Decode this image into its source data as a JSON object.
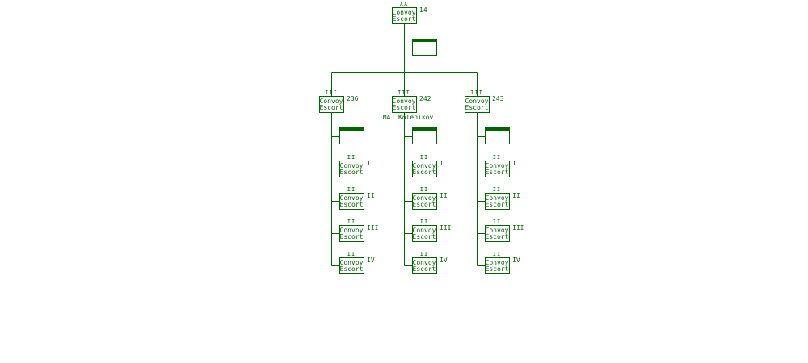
{
  "colors": {
    "line": "#006400",
    "hq_bar": "#006400",
    "background": "#ffffff"
  },
  "diagram": {
    "division": {
      "echelon": "XX",
      "label_line1": "Convoy",
      "label_line2": "Escort",
      "number": "14",
      "hq": true
    },
    "regiments": [
      {
        "echelon": "III",
        "label_line1": "Convoy",
        "label_line2": "Escort",
        "number": "236",
        "commander": "",
        "hq": true,
        "battalions": [
          {
            "echelon": "II",
            "label_line1": "Convoy",
            "label_line2": "Escort",
            "number": "I"
          },
          {
            "echelon": "II",
            "label_line1": "Convoy",
            "label_line2": "Escort",
            "number": "II"
          },
          {
            "echelon": "II",
            "label_line1": "Convoy",
            "label_line2": "Escort",
            "number": "III"
          },
          {
            "echelon": "II",
            "label_line1": "Convoy",
            "label_line2": "Escort",
            "number": "IV"
          }
        ]
      },
      {
        "echelon": "III",
        "label_line1": "Convoy",
        "label_line2": "Escort",
        "number": "242",
        "commander": "MAJ Kolenikov",
        "hq": true,
        "battalions": [
          {
            "echelon": "II",
            "label_line1": "Convoy",
            "label_line2": "Escort",
            "number": "I"
          },
          {
            "echelon": "II",
            "label_line1": "Convoy",
            "label_line2": "Escort",
            "number": "II"
          },
          {
            "echelon": "II",
            "label_line1": "Convoy",
            "label_line2": "Escort",
            "number": "III"
          },
          {
            "echelon": "II",
            "label_line1": "Convoy",
            "label_line2": "Escort",
            "number": "IV"
          }
        ]
      },
      {
        "echelon": "III",
        "label_line1": "Convoy",
        "label_line2": "Escort",
        "number": "243",
        "commander": "",
        "hq": true,
        "battalions": [
          {
            "echelon": "II",
            "label_line1": "Convoy",
            "label_line2": "Escort",
            "number": "I"
          },
          {
            "echelon": "II",
            "label_line1": "Convoy",
            "label_line2": "Escort",
            "number": "II"
          },
          {
            "echelon": "II",
            "label_line1": "Convoy",
            "label_line2": "Escort",
            "number": "III"
          },
          {
            "echelon": "II",
            "label_line1": "Convoy",
            "label_line2": "Escort",
            "number": "IV"
          }
        ]
      }
    ]
  }
}
